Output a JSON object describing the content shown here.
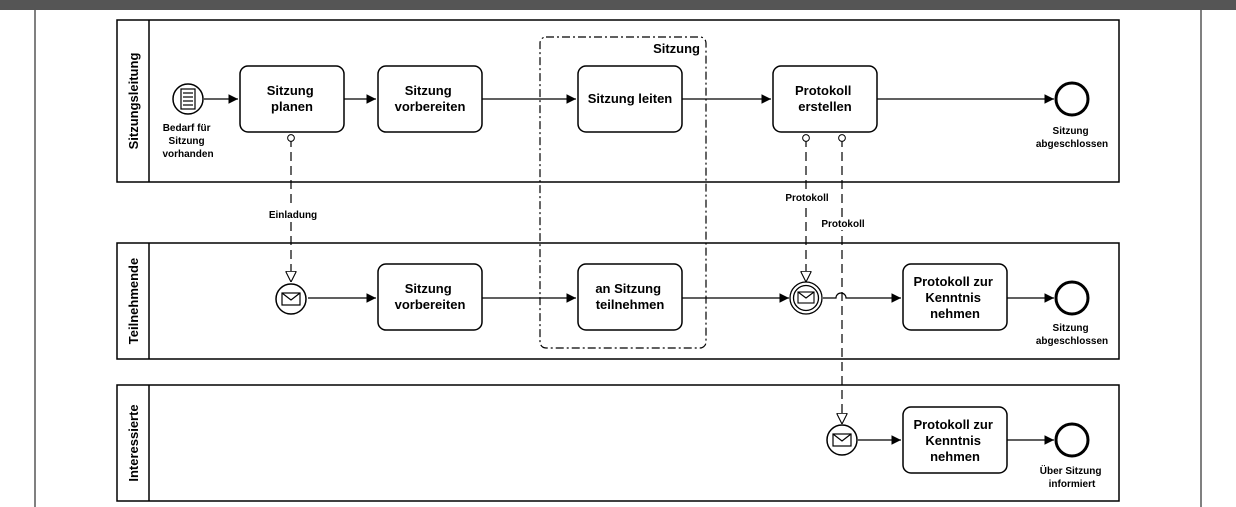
{
  "lanes": {
    "lane1": "Sitzungsleitung",
    "lane2": "Teilnehmende",
    "lane3": "Interessierte"
  },
  "group": {
    "label": "Sitzung"
  },
  "tasks": {
    "t1": [
      "Sitzung",
      "planen"
    ],
    "t2": [
      "Sitzung",
      "vorbereiten"
    ],
    "t3": [
      "Sitzung leiten"
    ],
    "t4": [
      "Protokoll",
      "erstellen"
    ],
    "t5": [
      "Sitzung",
      "vorbereiten"
    ],
    "t6": [
      "an Sitzung",
      "teilnehmen"
    ],
    "t7": [
      "Protokoll zur",
      "Kenntnis",
      "nehmen"
    ],
    "t8": [
      "Protokoll zur",
      "Kenntnis",
      "nehmen"
    ]
  },
  "events": {
    "start1": [
      "Bedarf für",
      "Sitzung",
      "vorhanden"
    ],
    "end1": [
      "Sitzung",
      "abgeschlossen"
    ],
    "end2": [
      "Sitzung",
      "abgeschlossen"
    ],
    "end3": [
      "Über Sitzung",
      "informiert"
    ]
  },
  "flows": {
    "m1": "Einladung",
    "m2": "Protokoll",
    "m3": "Protokoll"
  },
  "colors": {
    "header": "#555555",
    "stroke": "#000000",
    "background": "#ffffff"
  }
}
